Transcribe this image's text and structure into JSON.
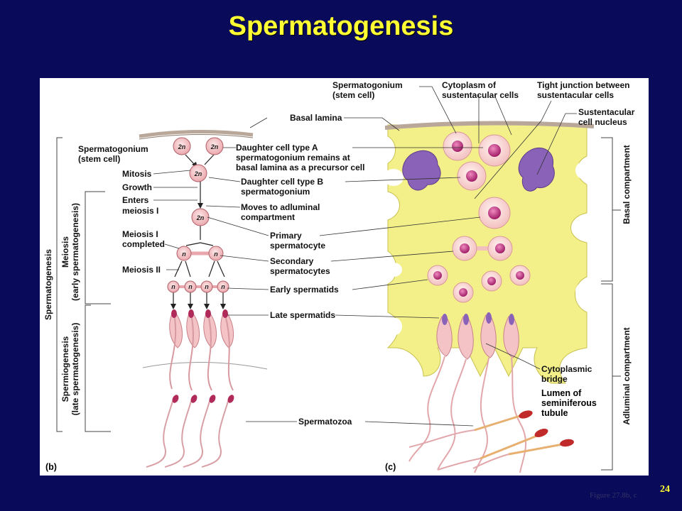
{
  "slide": {
    "title": "Spermatogenesis",
    "figure_ref": "Figure 27.8b, c",
    "page_number": "24"
  },
  "panel_b": {
    "letter": "(b)",
    "brackets": {
      "outer": "Spermatogenesis",
      "meiosis": "Meiosis",
      "meiosis_sub": "(early spermatogenesis)",
      "spermiogenesis": "Spermiogenesis",
      "spermiogenesis_sub": "(late spermatogenesis)"
    },
    "labels": {
      "spermatogonium_line1": "Spermatogonium",
      "spermatogonium_line2": "(stem cell)",
      "mitosis": "Mitosis",
      "growth": "Growth",
      "enters_line1": "Enters",
      "enters_line2": "meiosis I",
      "meiosis1_line1": "Meiosis I",
      "meiosis1_line2": "completed",
      "meiosis2": "Meiosis II"
    },
    "ploidy": {
      "diploid": "2n",
      "haploid": "n"
    }
  },
  "center_labels": {
    "basal_lamina": "Basal lamina",
    "daughter_a_line1": "Daughter cell type A",
    "daughter_a_line2": "spermatogonium  remains at",
    "daughter_a_line3": "basal lamina as a precursor cell",
    "daughter_b_line1": "Daughter cell type B",
    "daughter_b_line2": "spermatogonium",
    "moves_line1": "Moves to adluminal",
    "moves_line2": "compartment",
    "primary_line1": "Primary",
    "primary_line2": "spermatocyte",
    "secondary_line1": "Secondary",
    "secondary_line2": "spermatocytes",
    "early_spermatids": "Early  spermatids",
    "late_spermatids": "Late spermatids",
    "spermatozoa": "Spermatozoa"
  },
  "panel_c": {
    "letter": "(c)",
    "labels": {
      "spermatogonium_line1": "Spermatogonium",
      "spermatogonium_line2": "(stem cell)",
      "cytoplasm_line1": "Cytoplasm of",
      "cytoplasm_line2": "sustentacular cells",
      "tight_line1": "Tight junction between",
      "tight_line2": "sustentacular cells",
      "nucleus_line1": "Sustentacular",
      "nucleus_line2": "cell nucleus",
      "bridge_line1": "Cytoplasmic",
      "bridge_line2": "bridge",
      "lumen_line1": "Lumen of",
      "lumen_line2": "seminiferous",
      "lumen_line3": "tubule",
      "basal_compartment": "Basal compartment",
      "adluminal_compartment": "Adluminal compartment"
    }
  },
  "colors": {
    "background": "#0a0a5a",
    "title": "#ffff33",
    "cell_pink": "#f4c6c8",
    "cell_nucleus": "#c0307a",
    "sustentacular": "#f3f08a",
    "sustentacular_nucleus": "#8a62b8"
  }
}
